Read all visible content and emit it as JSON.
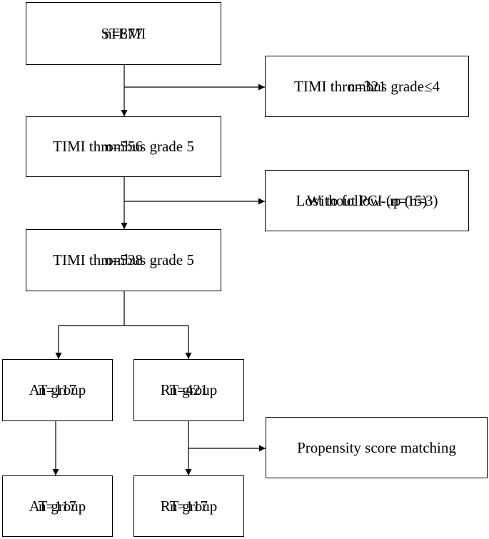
{
  "boxes": {
    "stemi": {
      "line1": "STEMI",
      "line2": "n=877"
    },
    "excluded_grade": {
      "line1": "TIMI thrombus grade≤4",
      "line2": "n=321"
    },
    "grade5_first": {
      "line1": "TIMI thrombus grade 5",
      "line2": "n=556"
    },
    "excluded_pci": {
      "line1": "Without PCI (n=15)",
      "line2": "Lost to follow-up (n=3)"
    },
    "grade5_second": {
      "line1": "TIMI thrombus grade 5",
      "line2": "n=538"
    },
    "at_group_before": {
      "line1": "AT group",
      "line2": "n=117"
    },
    "rt_group_before": {
      "line1": "RT group",
      "line2": "n=421"
    },
    "matching": {
      "line1": "Propensity score matching"
    },
    "at_group_after": {
      "line1": "AT group",
      "line2": "n=117"
    },
    "rt_group_after": {
      "line1": "RT group",
      "line2": "n=117"
    }
  }
}
